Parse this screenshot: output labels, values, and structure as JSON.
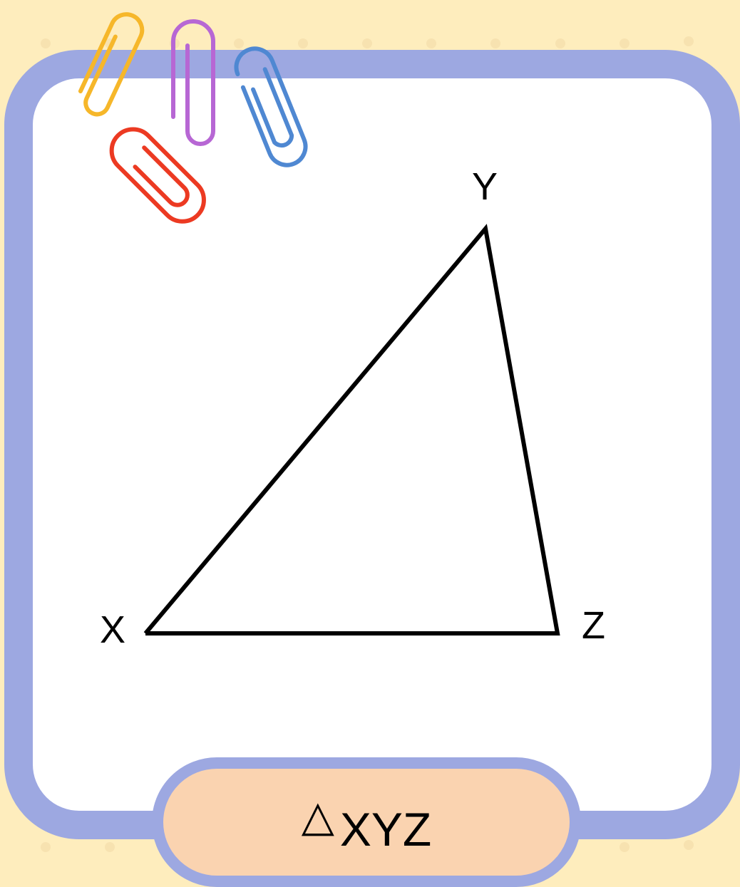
{
  "diagram": {
    "vertices": {
      "x_label": "X",
      "y_label": "Y",
      "z_label": "Z"
    },
    "caption": {
      "symbol": "△",
      "text": "XYZ"
    }
  },
  "colors": {
    "background": "#feedbd",
    "frame": "#9da8e1",
    "card": "#ffffff",
    "pill": "#fad3b0",
    "stroke": "#000000",
    "clip_yellow": "#f6b72a",
    "clip_purple": "#b767d4",
    "clip_blue": "#4f88d2",
    "clip_red": "#ec3a22"
  },
  "decorations": {
    "paperclips": [
      "yellow-paperclip-icon",
      "purple-paperclip-icon",
      "blue-paperclip-icon",
      "red-paperclip-icon"
    ]
  }
}
